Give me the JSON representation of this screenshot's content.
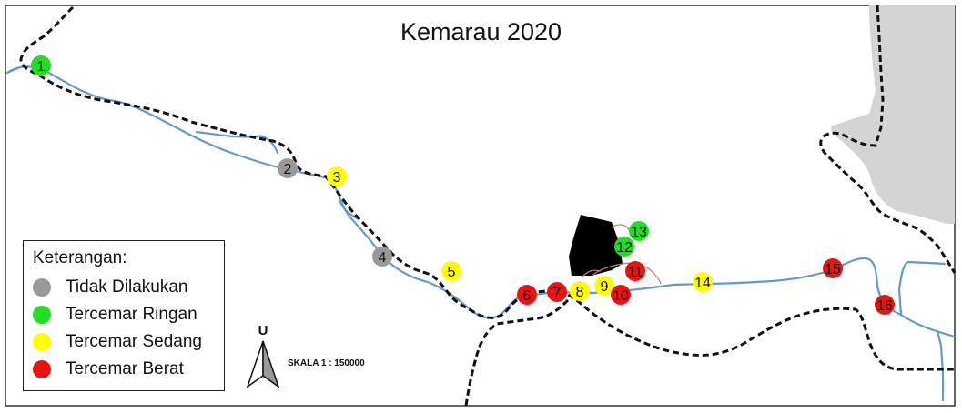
{
  "map": {
    "title": "Kemarau 2020",
    "legend": {
      "title": "Keterangan:",
      "items": [
        {
          "label": "Tidak Dilakukan",
          "color": "#999999"
        },
        {
          "label": "Tercemar Ringan",
          "color": "#22dd22"
        },
        {
          "label": "Tercemar Sedang",
          "color": "#ffff00"
        },
        {
          "label": "Tercemar Berat",
          "color": "#ee1111"
        }
      ]
    },
    "north_arrow": {
      "letter": "U"
    },
    "scale": {
      "text": "SKALA 1 : 150000"
    },
    "colors": {
      "river": "#6699cc",
      "boundary": "#111111",
      "sea": "#d4d4d4",
      "urban_area": "#000000",
      "road": "#c07a5a"
    },
    "stations": [
      {
        "label": "1",
        "status": "Tercemar Ringan"
      },
      {
        "label": "2",
        "status": "Tidak Dilakukan"
      },
      {
        "label": "3",
        "status": "Tercemar Sedang"
      },
      {
        "label": "4",
        "status": "Tidak Dilakukan"
      },
      {
        "label": "5",
        "status": "Tercemar Sedang"
      },
      {
        "label": "6",
        "status": "Tercemar Berat"
      },
      {
        "label": "7",
        "status": "Tercemar Berat"
      },
      {
        "label": "8",
        "status": "Tercemar Sedang"
      },
      {
        "label": "9",
        "status": "Tercemar Sedang"
      },
      {
        "label": "10",
        "status": "Tercemar Berat"
      },
      {
        "label": "11",
        "status": "Tercemar Berat"
      },
      {
        "label": "12",
        "status": "Tercemar Ringan"
      },
      {
        "label": "13",
        "status": "Tercemar Ringan"
      },
      {
        "label": "14",
        "status": "Tercemar Sedang"
      },
      {
        "label": "15",
        "status": "Tercemar Berat"
      },
      {
        "label": "16",
        "status": "Tercemar Berat"
      }
    ]
  }
}
